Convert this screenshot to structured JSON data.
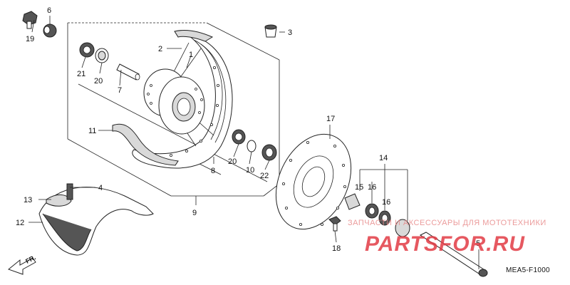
{
  "diagram": {
    "callouts": {
      "p1": "1",
      "p2": "2",
      "p3": "3",
      "p4": "4",
      "p5": "5",
      "p6": "6",
      "p7": "7",
      "p8": "8",
      "p9": "9",
      "p10": "10",
      "p11": "11",
      "p12": "12",
      "p13": "13",
      "p14": "14",
      "p15": "15",
      "p16": "16",
      "p17": "17",
      "p18": "18",
      "p19": "19",
      "p20a": "20",
      "p20b": "20",
      "p21": "21",
      "p22": "22"
    },
    "direction_label": "FR.",
    "diagram_code": "MEA5-F1000"
  },
  "watermark": {
    "tagline": "ЗАПЧАСТИ И АКСЕССУАРЫ ДЛЯ МОТОТЕХНИКИ",
    "brand": "PARTSFOR.RU",
    "color": "#e23b45"
  }
}
